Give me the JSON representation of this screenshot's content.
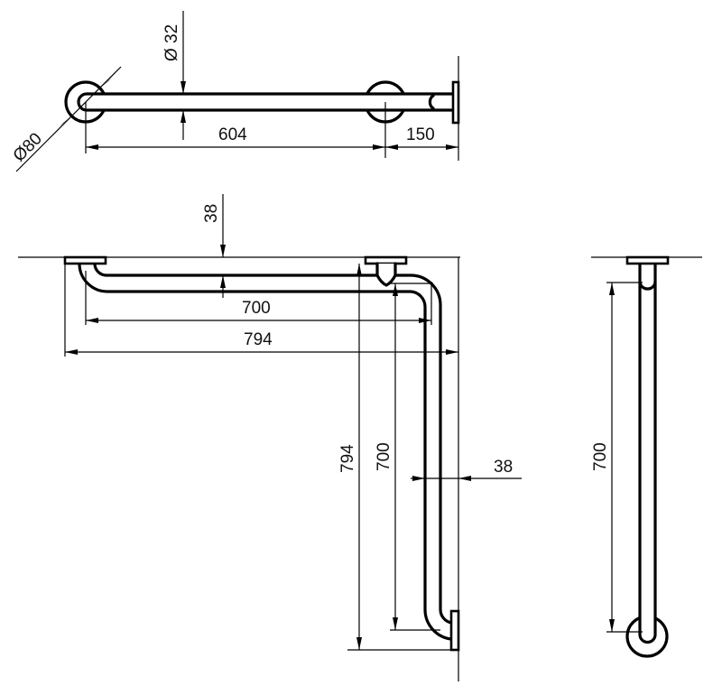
{
  "drawing": {
    "top_view": {
      "tube_diameter": "Ø 32",
      "rosette_diameter": "Ø80",
      "length_between_rosettes": "604",
      "wall_offset": "150"
    },
    "front_view": {
      "wall_to_tube": "38",
      "inner_horizontal": "700",
      "overall_horizontal": "794",
      "overall_vertical": "794",
      "inner_vertical": "700",
      "tube_to_wall_right": "38"
    },
    "side_view": {
      "vertical_length": "700"
    }
  }
}
